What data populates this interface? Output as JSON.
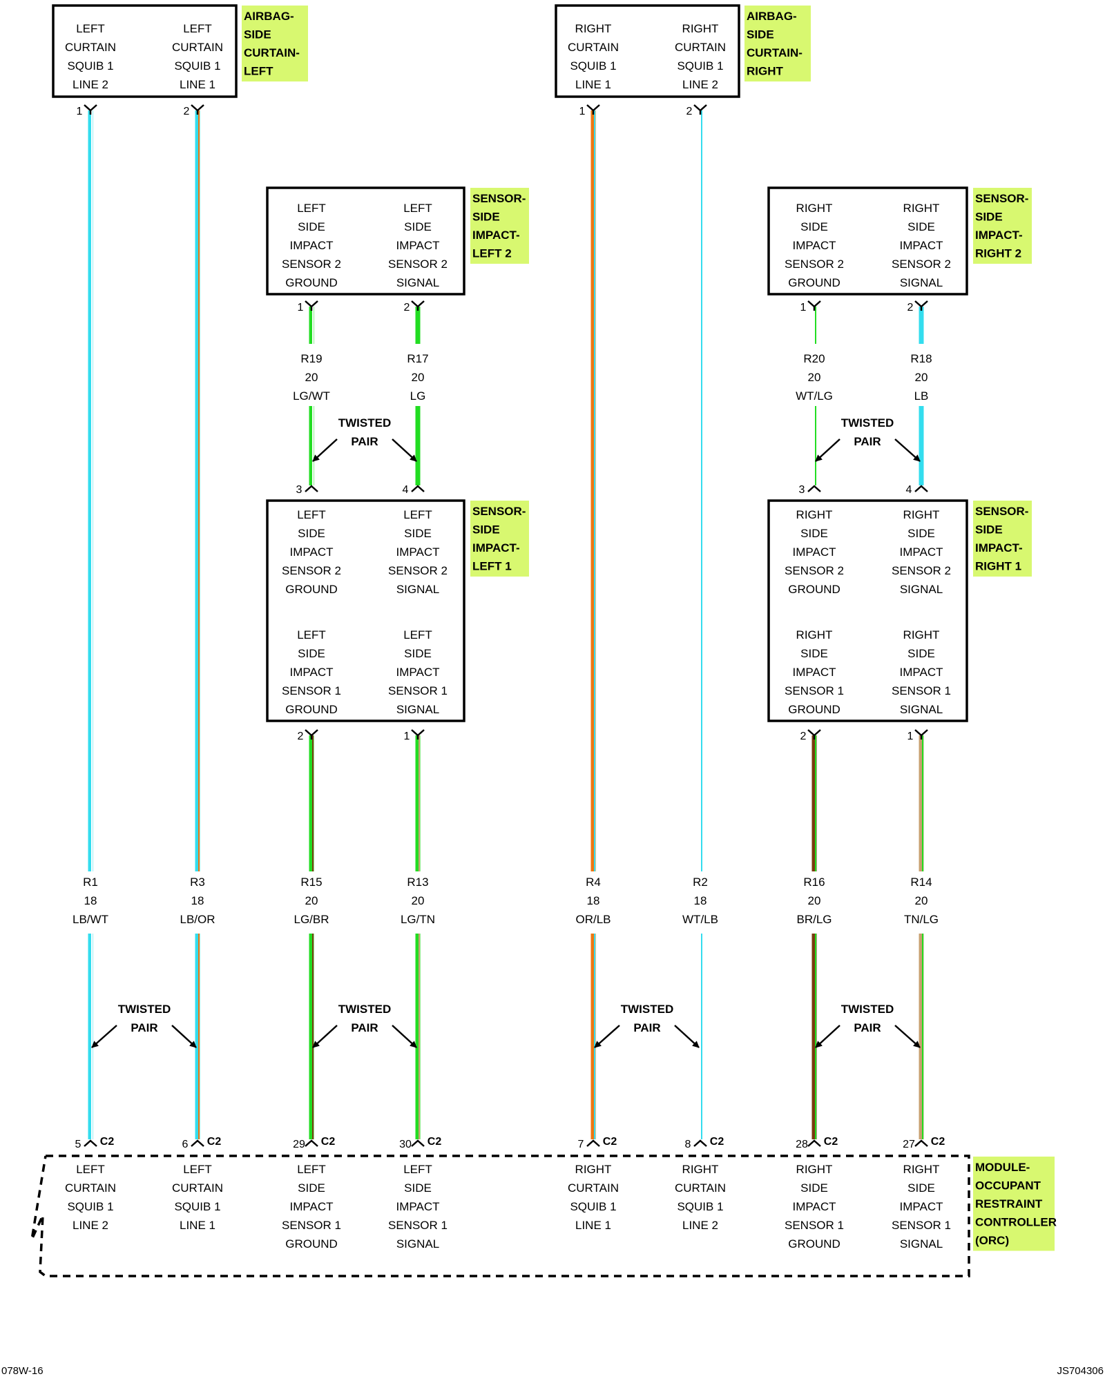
{
  "colors": {
    "LB": "#33ddee",
    "LG": "#22dd22",
    "WT": "#ffffff",
    "OR": "#ee7711",
    "BR": "#7a3b10",
    "TN": "#c8a070",
    "BK": "#000000",
    "tag_bg": "#d8f870",
    "box_border": "#000000"
  },
  "boxes": [
    {
      "id": "airbag-left",
      "cols": [
        [
          "LEFT",
          "CURTAIN",
          "SQUIB 1",
          "LINE 2"
        ],
        [
          "LEFT",
          "CURTAIN",
          "SQUIB 1",
          "LINE 1"
        ]
      ]
    },
    {
      "id": "airbag-right",
      "cols": [
        [
          "RIGHT",
          "CURTAIN",
          "SQUIB 1",
          "LINE 1"
        ],
        [
          "RIGHT",
          "CURTAIN",
          "SQUIB 1",
          "LINE 2"
        ]
      ]
    },
    {
      "id": "sensor-left-2",
      "cols": [
        [
          "LEFT",
          "SIDE",
          "IMPACT",
          "SENSOR 2",
          "GROUND"
        ],
        [
          "LEFT",
          "SIDE",
          "IMPACT",
          "SENSOR 2",
          "SIGNAL"
        ]
      ]
    },
    {
      "id": "sensor-right-2",
      "cols": [
        [
          "RIGHT",
          "SIDE",
          "IMPACT",
          "SENSOR 2",
          "GROUND"
        ],
        [
          "RIGHT",
          "SIDE",
          "IMPACT",
          "SENSOR 2",
          "SIGNAL"
        ]
      ]
    },
    {
      "id": "sensor-left-1",
      "cols": [
        [
          "LEFT",
          "SIDE",
          "IMPACT",
          "SENSOR 2",
          "GROUND"
        ],
        [
          "LEFT",
          "SIDE",
          "IMPACT",
          "SENSOR 2",
          "SIGNAL"
        ]
      ],
      "cols2": [
        [
          "LEFT",
          "SIDE",
          "IMPACT",
          "SENSOR 1",
          "GROUND"
        ],
        [
          "LEFT",
          "SIDE",
          "IMPACT",
          "SENSOR 1",
          "SIGNAL"
        ]
      ]
    },
    {
      "id": "sensor-right-1",
      "cols": [
        [
          "RIGHT",
          "SIDE",
          "IMPACT",
          "SENSOR 2",
          "GROUND"
        ],
        [
          "RIGHT",
          "SIDE",
          "IMPACT",
          "SENSOR 2",
          "SIGNAL"
        ]
      ],
      "cols2": [
        [
          "RIGHT",
          "SIDE",
          "IMPACT",
          "SENSOR 1",
          "GROUND"
        ],
        [
          "RIGHT",
          "SIDE",
          "IMPACT",
          "SENSOR 1",
          "SIGNAL"
        ]
      ]
    }
  ],
  "tags": [
    {
      "id": "airbag-left",
      "lines": [
        "AIRBAG-",
        "SIDE",
        "CURTAIN-",
        "LEFT"
      ]
    },
    {
      "id": "airbag-right",
      "lines": [
        "AIRBAG-",
        "SIDE",
        "CURTAIN-",
        "RIGHT"
      ]
    },
    {
      "id": "sensor-left-2",
      "lines": [
        "SENSOR-",
        "SIDE",
        "IMPACT-",
        "LEFT 2"
      ]
    },
    {
      "id": "sensor-right-2",
      "lines": [
        "SENSOR-",
        "SIDE",
        "IMPACT-",
        "RIGHT 2"
      ]
    },
    {
      "id": "sensor-left-1",
      "lines": [
        "SENSOR-",
        "SIDE",
        "IMPACT-",
        "LEFT 1"
      ]
    },
    {
      "id": "sensor-right-1",
      "lines": [
        "SENSOR-",
        "SIDE",
        "IMPACT-",
        "RIGHT 1"
      ]
    },
    {
      "id": "orc",
      "lines": [
        "MODULE-",
        "OCCUPANT",
        "RESTRAINT",
        "CONTROLLER",
        "(ORC)"
      ]
    }
  ],
  "orc_cols": [
    [
      "LEFT",
      "CURTAIN",
      "SQUIB 1",
      "LINE 2"
    ],
    [
      "LEFT",
      "CURTAIN",
      "SQUIB 1",
      "LINE 1"
    ],
    [
      "LEFT",
      "SIDE",
      "IMPACT",
      "SENSOR 1",
      "GROUND"
    ],
    [
      "LEFT",
      "SIDE",
      "IMPACT",
      "SENSOR 1",
      "SIGNAL"
    ],
    [
      "RIGHT",
      "CURTAIN",
      "SQUIB 1",
      "LINE 1"
    ],
    [
      "RIGHT",
      "CURTAIN",
      "SQUIB 1",
      "LINE 2"
    ],
    [
      "RIGHT",
      "SIDE",
      "IMPACT",
      "SENSOR 1",
      "GROUND"
    ],
    [
      "RIGHT",
      "SIDE",
      "IMPACT",
      "SENSOR 1",
      "SIGNAL"
    ]
  ],
  "main_wires": [
    {
      "circuit": "R1",
      "gauge": "18",
      "color": "LB/WT",
      "top_pin": "1",
      "orc_pin": "5",
      "conn": "C2"
    },
    {
      "circuit": "R3",
      "gauge": "18",
      "color": "LB/OR",
      "top_pin": "2",
      "orc_pin": "6",
      "conn": "C2"
    },
    {
      "circuit": "R15",
      "gauge": "20",
      "color": "LG/BR",
      "top_pin": "2",
      "orc_pin": "29",
      "conn": "C2"
    },
    {
      "circuit": "R13",
      "gauge": "20",
      "color": "LG/TN",
      "top_pin": "1",
      "orc_pin": "30",
      "conn": "C2"
    },
    {
      "circuit": "R4",
      "gauge": "18",
      "color": "OR/LB",
      "top_pin": "1",
      "orc_pin": "7",
      "conn": "C2"
    },
    {
      "circuit": "R2",
      "gauge": "18",
      "color": "WT/LB",
      "top_pin": "2",
      "orc_pin": "8",
      "conn": "C2"
    },
    {
      "circuit": "R16",
      "gauge": "20",
      "color": "BR/LG",
      "top_pin": "2",
      "orc_pin": "28",
      "conn": "C2"
    },
    {
      "circuit": "R14",
      "gauge": "20",
      "color": "TN/LG",
      "top_pin": "1",
      "orc_pin": "27",
      "conn": "C2"
    }
  ],
  "upper_wires": [
    {
      "circuit": "R19",
      "gauge": "20",
      "color": "LG/WT",
      "top_pin": "1",
      "bottom_pin": "3"
    },
    {
      "circuit": "R17",
      "gauge": "20",
      "color": "LG",
      "top_pin": "2",
      "bottom_pin": "4"
    },
    {
      "circuit": "R20",
      "gauge": "20",
      "color": "WT/LG",
      "top_pin": "1",
      "bottom_pin": "3"
    },
    {
      "circuit": "R18",
      "gauge": "20",
      "color": "LB",
      "top_pin": "2",
      "bottom_pin": "4"
    }
  ],
  "twisted_pair_label": [
    "TWISTED",
    "PAIR"
  ],
  "footer": {
    "left": "078W-16",
    "right": "JS704306"
  }
}
